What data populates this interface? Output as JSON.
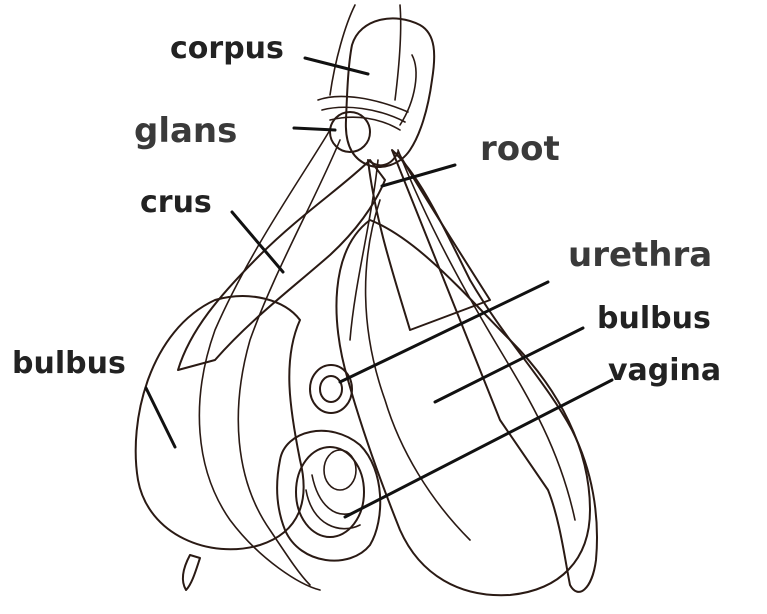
{
  "labels": {
    "corpus": "corpus",
    "glans": "glans",
    "root": "root",
    "crus": "crus",
    "urethra": "urethra",
    "bulbus_right": "bulbus",
    "bulbus_left": "bulbus",
    "vagina": "vagina"
  },
  "colors": {
    "tissue": "#d9795a",
    "tissue_dark": "#b8563b",
    "bulb_light": "#fbe9df",
    "bulb_shade": "#e8a889",
    "outline": "#2a1a14",
    "label_text": "#222222"
  }
}
